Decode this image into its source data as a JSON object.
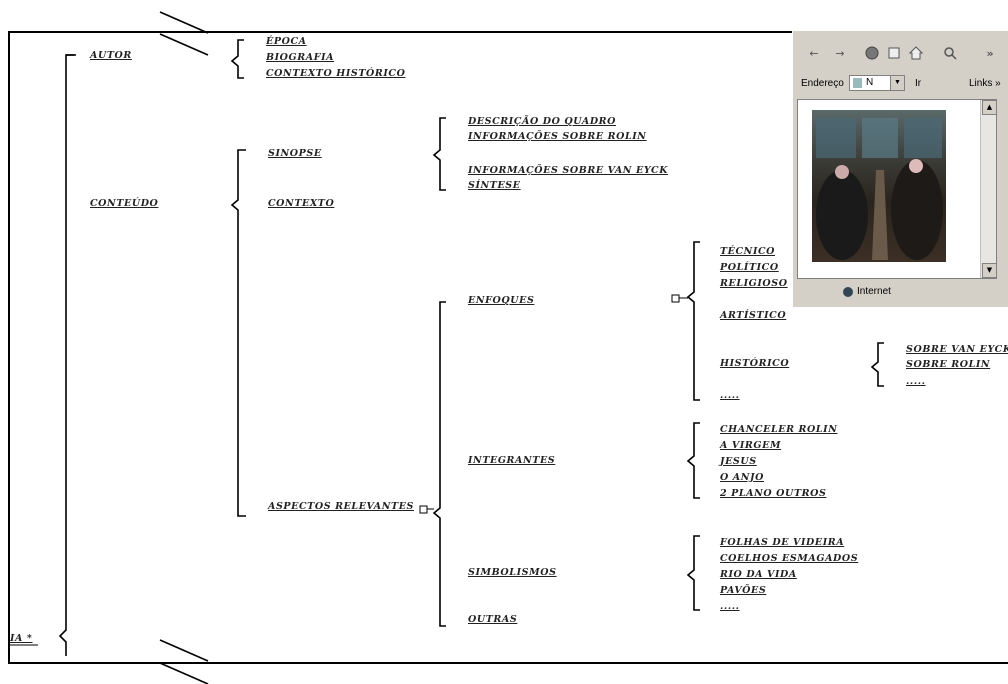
{
  "mindmap": {
    "root_label": "IA *",
    "level1": {
      "autor": "AUTOR",
      "conteudo": "CONTEÚDO"
    },
    "autor_children": [
      "ÉPOCA",
      "BIOGRAFIA",
      "CONTEXTO HISTÓRICO"
    ],
    "conteudo_children": {
      "sinopse": "SINOPSE",
      "contexto": "CONTEXTO",
      "aspectos": "ASPECTOS RELEVANTES"
    },
    "sinopse_children": [
      "DESCRIÇÃO DO QUADRO",
      "INFORMAÇÕES SOBRE ROLIN",
      "INFORMAÇÕES SOBRE VAN EYCK",
      "SÍNTESE"
    ],
    "aspectos_children": {
      "enfoques": "ENFOQUES",
      "integrantes": "INTEGRANTES",
      "simbolismos": "SIMBOLISMOS",
      "outras": "OUTRAS"
    },
    "enfoques_children": [
      "TÉCNICO",
      "POLÍTICO",
      "RELIGIOSO",
      "ARTÍSTICO",
      "HISTÓRICO",
      "....."
    ],
    "historico_children": [
      "SOBRE VAN EYCK",
      "SOBRE ROLIN",
      "....."
    ],
    "integrantes_children": [
      "CHANCELER ROLIN",
      "A VIRGEM",
      "JESUS",
      "O ANJO",
      "2 PLANO OUTROS"
    ],
    "simbolismos_children": [
      "FOLHAS DE VIDEIRA",
      "COELHOS ESMAGADOS",
      "RIO DA VIDA",
      "PAVÕES",
      "....."
    ]
  },
  "browser": {
    "back_icon": "←",
    "forward_icon": "→",
    "stop_icon": "stop",
    "refresh_icon": "refresh",
    "home_icon": "home",
    "search_icon": "search",
    "more_chevron": "»",
    "address_label": "Endereço",
    "address_value": "N",
    "go_label": "Ir",
    "links_label": "Links »",
    "status_text": "Internet"
  }
}
